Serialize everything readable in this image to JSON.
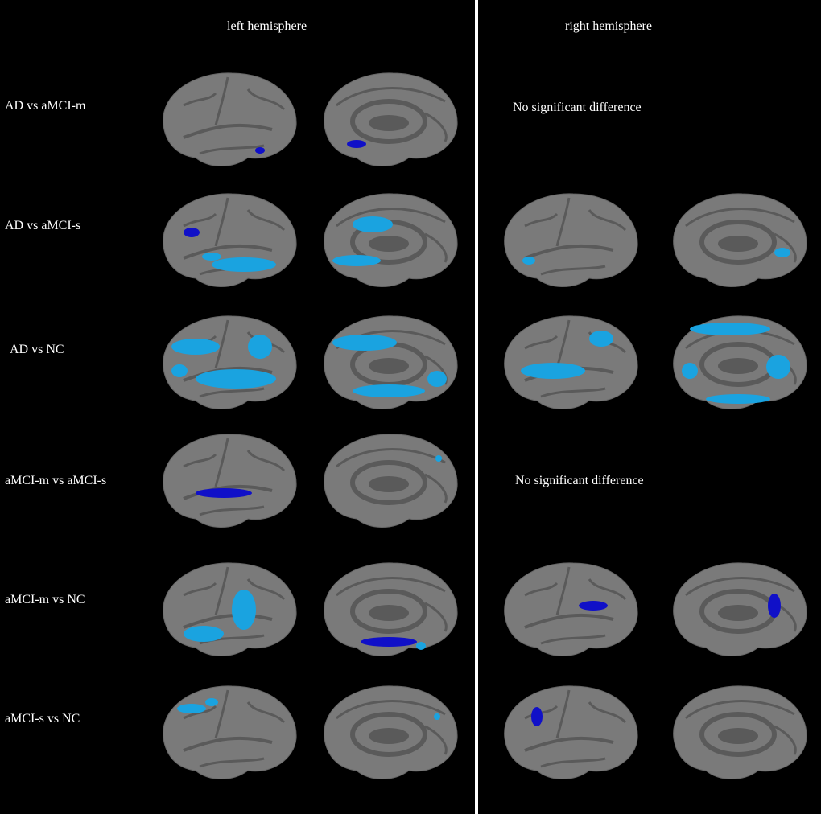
{
  "headers": {
    "left": "left hemisphere",
    "right": "right hemisphere"
  },
  "rows": [
    {
      "label": "AD vs aMCI-m",
      "right_text": "No significant difference"
    },
    {
      "label": "AD vs aMCI-s",
      "right_text": null
    },
    {
      "label": "AD vs NC",
      "right_text": null
    },
    {
      "label": "aMCI-m  vs aMCI-s",
      "right_text": "No significant difference"
    },
    {
      "label": "aMCI-m  vs NC",
      "right_text": null
    },
    {
      "label": "aMCI-s  vs NC",
      "right_text": null
    }
  ],
  "colors": {
    "brain": "#7a7a7a",
    "sulcus": "#5a5a5a",
    "light_blue": "#1aa3e0",
    "dark_blue": "#1010c8",
    "background": "#000000"
  }
}
